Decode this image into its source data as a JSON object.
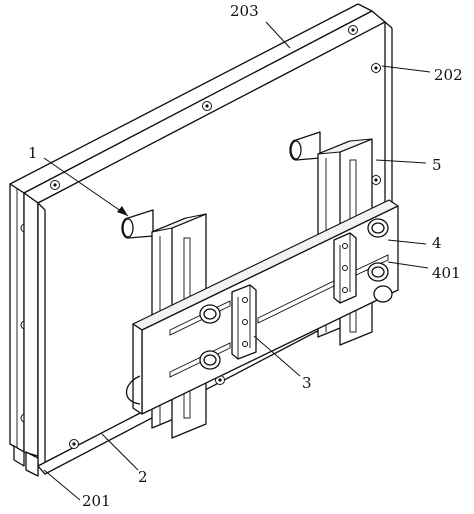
{
  "labels": [
    {
      "id": "plate-front",
      "text": "2"
    },
    {
      "id": "rail",
      "text": "201"
    },
    {
      "id": "plate-middle",
      "text": "202"
    },
    {
      "id": "plate-back",
      "text": "203"
    },
    {
      "id": "pin",
      "text": "1"
    },
    {
      "id": "clamp",
      "text": "3"
    },
    {
      "id": "slide-bar",
      "text": "4"
    },
    {
      "id": "slot",
      "text": "401"
    },
    {
      "id": "guide-bracket",
      "text": "5"
    }
  ]
}
